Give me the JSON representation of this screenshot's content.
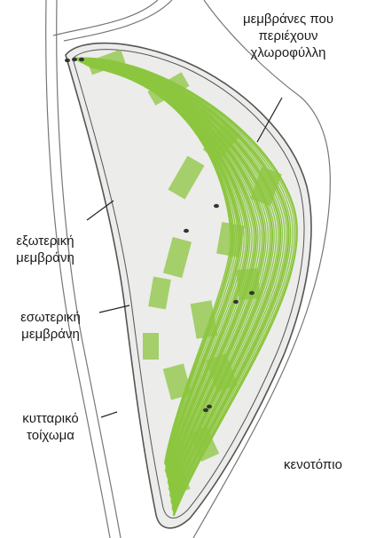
{
  "labels": {
    "thylakoid_membranes": [
      "μεμβράνες που",
      "περιέχουν",
      "χλωροφύλλη"
    ],
    "outer_membrane": [
      "εξωτερική",
      "μεμβράνη"
    ],
    "inner_membrane": [
      "εσωτερική",
      "μεμβράνη"
    ],
    "cell_wall": [
      "κυτταρικό",
      "τοίχωμα"
    ],
    "vacuole": "κενοτόπιο"
  },
  "colors": {
    "stroma": "#ececea",
    "thylakoid_green": "#8cc63f",
    "membrane_line": "#555555",
    "grana_dots": "#333333"
  }
}
